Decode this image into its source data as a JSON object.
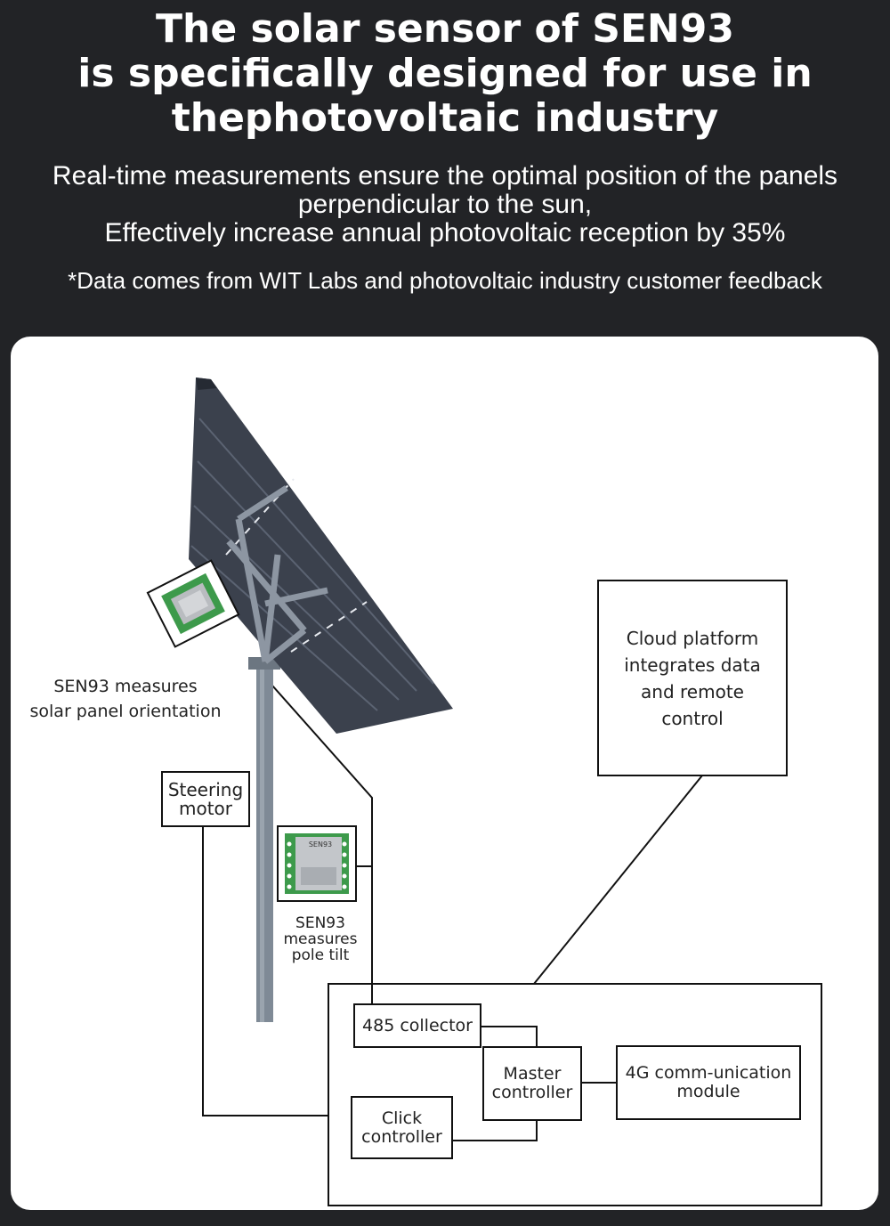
{
  "header": {
    "title_lines": [
      "The solar sensor of SEN93",
      "is specifically designed for use in",
      "thephotovoltaic industry"
    ],
    "subtitle_lines": [
      "Real-time measurements ensure the optimal position of the panels",
      "perpendicular to the sun,",
      "Effectively increase annual photovoltaic reception by 35%"
    ],
    "footnote": "*Data comes from WIT Labs and photovoltaic industry customer feedback"
  },
  "diagram": {
    "panel_sensor_label": [
      "SEN93 measures",
      "solar panel orientation"
    ],
    "pole_sensor_label": [
      "SEN93",
      "measures",
      "pole tilt"
    ],
    "sensor_chip_text": "SEN93",
    "boxes": {
      "cloud": [
        "Cloud platform",
        "integrates data",
        "and remote",
        "control"
      ],
      "steering": [
        "Steering",
        "motor"
      ],
      "collector": [
        "485 collector"
      ],
      "master": [
        "Master",
        "controller"
      ],
      "comm": [
        "4G comm-unication",
        "module"
      ],
      "click": [
        "Click",
        "controller"
      ]
    }
  },
  "colors": {
    "background": "#222326",
    "panel": "#ffffff",
    "solar_panel": "#3b414d",
    "pole": "#7f8a96",
    "chip_green": "#3d9a4b"
  }
}
